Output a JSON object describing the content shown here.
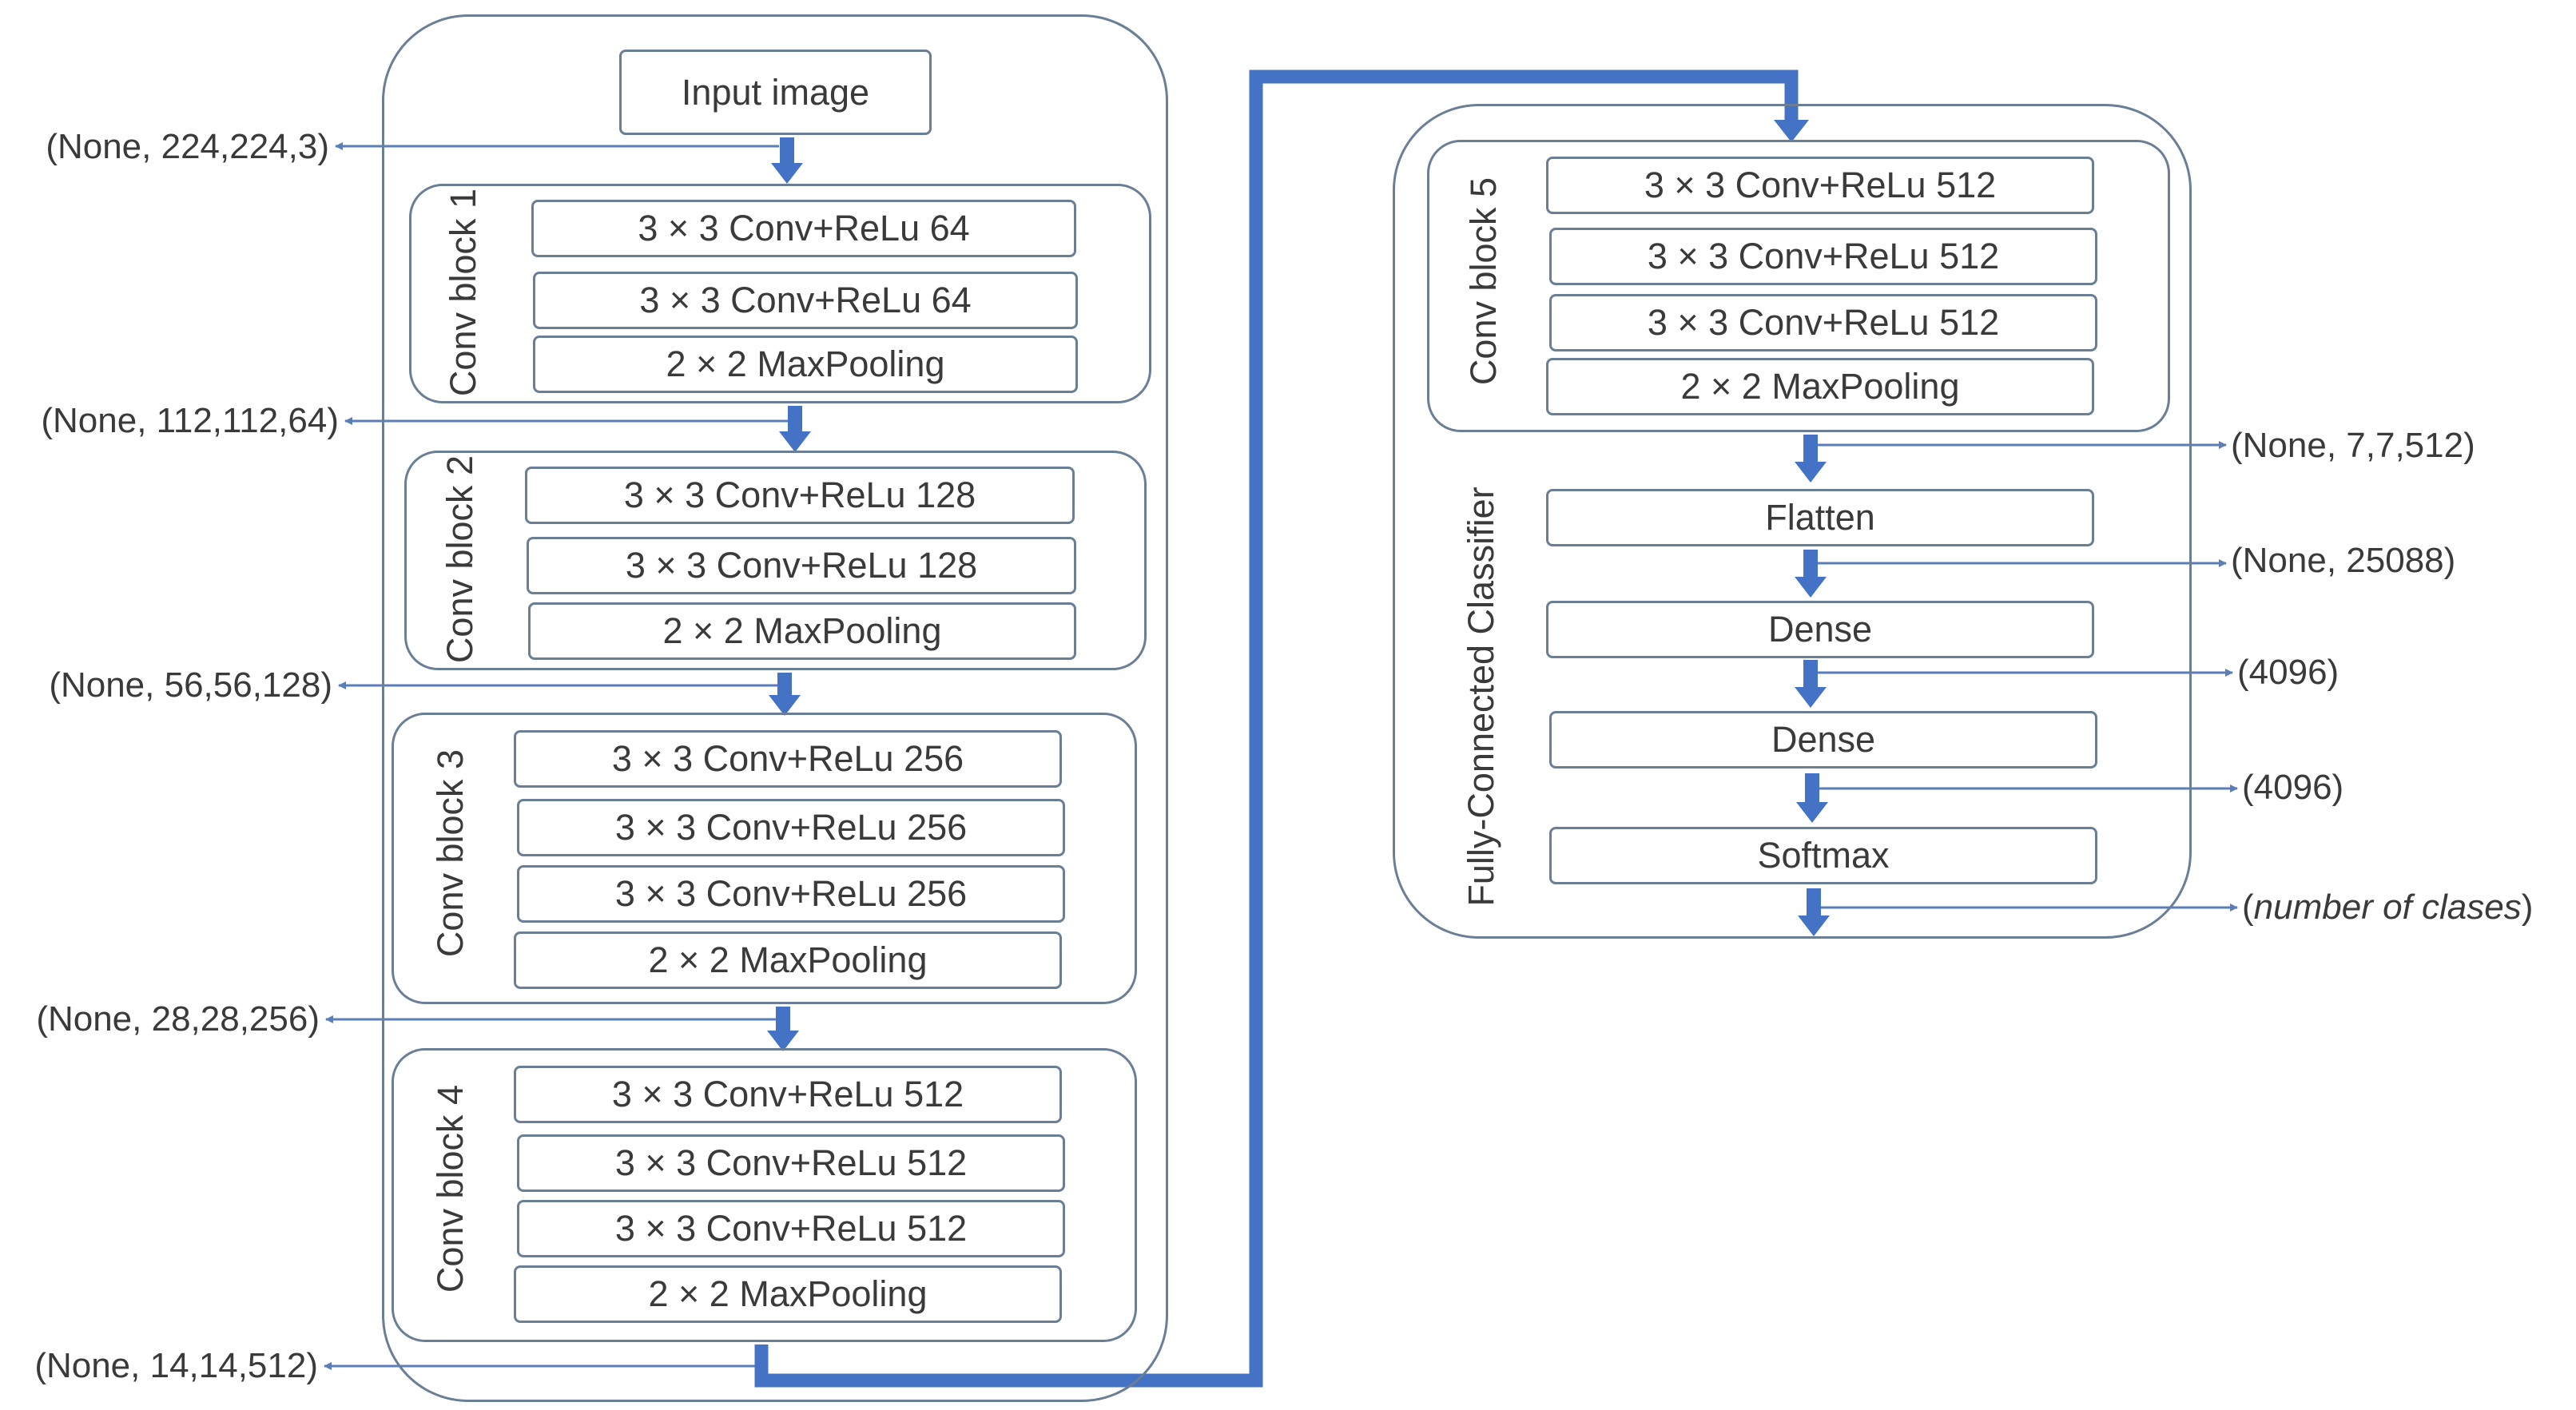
{
  "input_label": "Input image",
  "conv_blocks": [
    {
      "label": "Conv block 1",
      "layers": [
        "3 × 3 Conv+ReLu  64",
        "3 × 3 Conv+ReLu  64",
        "2 × 2 MaxPooling"
      ]
    },
    {
      "label": "Conv block 2",
      "layers": [
        "3 × 3 Conv+ReLu  128",
        "3 × 3 Conv+ReLu  128",
        "2 × 2 MaxPooling"
      ]
    },
    {
      "label": "Conv block 3",
      "layers": [
        "3 × 3 Conv+ReLu  256",
        "3 × 3 Conv+ReLu  256",
        "3 × 3 Conv+ReLu  256",
        "2 × 2 MaxPooling"
      ]
    },
    {
      "label": "Conv block 4",
      "layers": [
        "3 × 3 Conv+ReLu  512",
        "3 × 3 Conv+ReLu  512",
        "3 × 3 Conv+ReLu  512",
        "2 × 2 MaxPooling"
      ]
    },
    {
      "label": "Conv block 5",
      "layers": [
        "3 × 3 Conv+ReLu  512",
        "3 × 3 Conv+ReLu  512",
        "3 × 3 Conv+ReLu  512",
        "2 × 2 MaxPooling"
      ]
    }
  ],
  "classifier": {
    "label": "Fully-Connected  Classifier",
    "layers": [
      "Flatten",
      "Dense",
      "Dense",
      "Softmax"
    ]
  },
  "output_shapes": {
    "input": "(None,  224,224,3)",
    "block1": "(None,  112,112,64)",
    "block2": "(None,  56,56,128)",
    "block3": "(None,  28,28,256)",
    "block4": "(None,  14,14,512)",
    "block5": "(None,  7,7,512)",
    "flatten": "(None,  25088)",
    "dense1": "(4096)",
    "dense2": "(4096)",
    "softmax_open": "(",
    "softmax_italic": "number  of  clases",
    "softmax_close": ")"
  },
  "colors": {
    "flow_arrow": "#4472c4",
    "thin_arrow": "#5b7db8",
    "box_border": "#6a7f95",
    "text": "#3a3a3a"
  }
}
